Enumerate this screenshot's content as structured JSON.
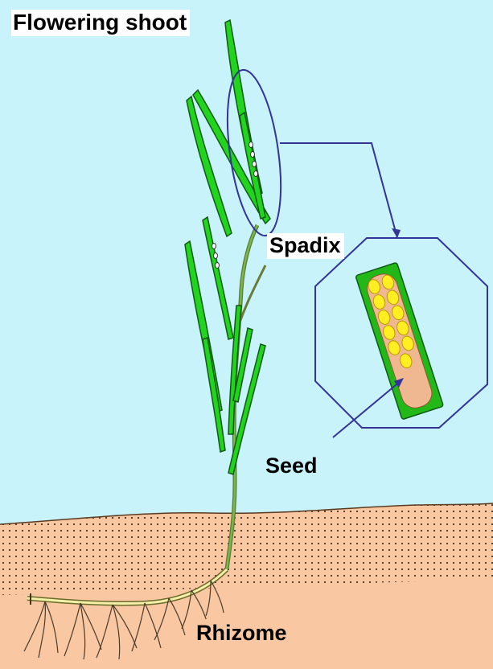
{
  "labels": {
    "flowering_shoot": "Flowering shoot",
    "spadix": "Spadix",
    "seed": "Seed",
    "rhizome": "Rhizome"
  },
  "colors": {
    "water": "#c8f3fa",
    "sediment": "#f9c7a2",
    "leaf": "#22d41e",
    "leaf_outline": "#0f5a14",
    "outline": "#333399",
    "seed": "#ffee22",
    "rhizome": "#f5f0a8"
  }
}
